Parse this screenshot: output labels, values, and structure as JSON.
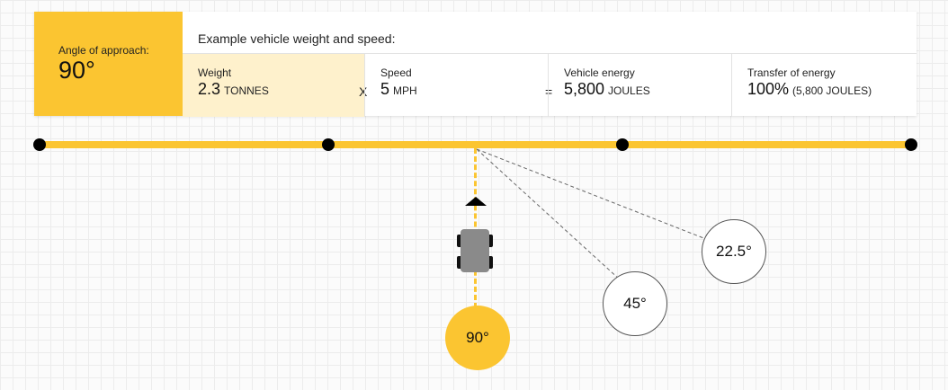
{
  "angle": {
    "label": "Angle of approach:",
    "value": "90°"
  },
  "example": {
    "title": "Example vehicle weight and speed:"
  },
  "calc": {
    "weight": {
      "label": "Weight",
      "value": "2.3",
      "unit": "TONNES"
    },
    "times_operator": "X",
    "speed": {
      "label": "Speed",
      "value": "5",
      "unit": "MPH"
    },
    "equals_operator": "=",
    "energy": {
      "label": "Vehicle energy",
      "value": "5,800",
      "unit": "JOULES"
    },
    "transfer": {
      "label": "Transfer of energy",
      "value": "100%",
      "unit": "(5,800 JOULES)"
    }
  },
  "angle_options": [
    {
      "label": "90°",
      "selected": true
    },
    {
      "label": "45°",
      "selected": false
    },
    {
      "label": "22.5°",
      "selected": false
    }
  ],
  "icons": {
    "direction": "arrow-up-icon",
    "vehicle": "car-icon"
  },
  "colors": {
    "accent": "#fbc531",
    "accent_light": "#fef1cc",
    "node": "#000000"
  }
}
